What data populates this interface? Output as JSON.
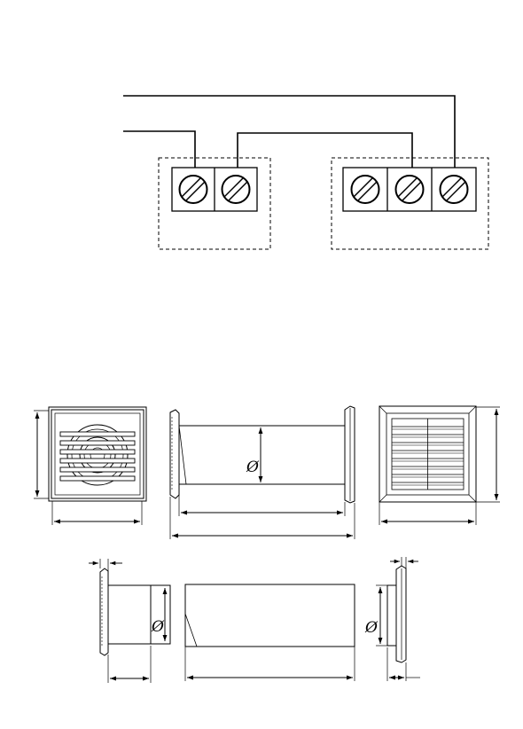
{
  "wiring": {
    "left_block_terminals": 2,
    "right_block_terminals": 3
  },
  "dimensions": {
    "duct_diameter_symbol": "Ø",
    "wall_part_diameter_symbol": "Ø",
    "outer_part_diameter_symbol": "Ø"
  },
  "colors": {
    "line": "#000000",
    "background": "#ffffff"
  }
}
